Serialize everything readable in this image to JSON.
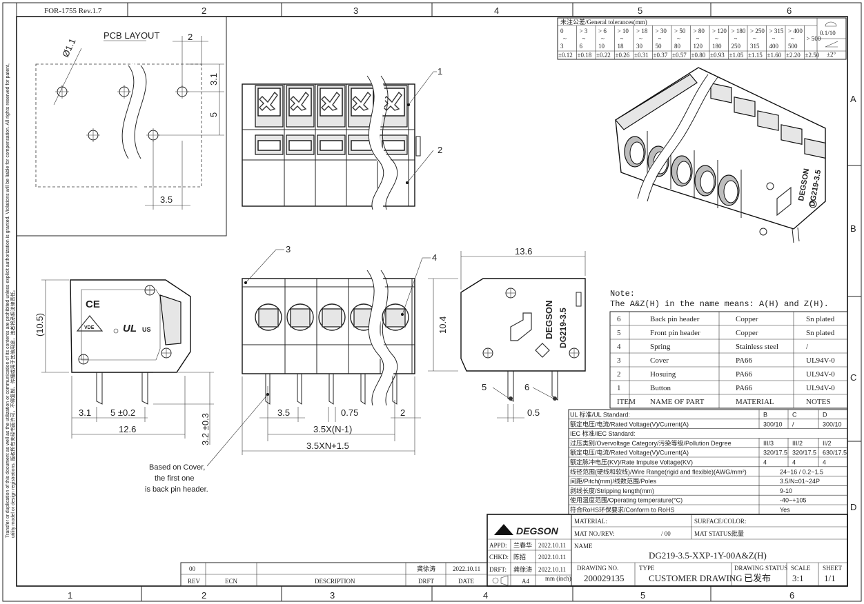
{
  "form_code": "FOR-1755 Rev.1.7",
  "zones_top": [
    "2",
    "3",
    "4",
    "5",
    "6"
  ],
  "zones_bottom": [
    "1",
    "2",
    "3",
    "4",
    "5",
    "6"
  ],
  "zones_right": [
    "A",
    "B",
    "C",
    "D"
  ],
  "side_notice_1": "Transfer or duplication of this document as well as the utilization or communication of its contents are prohibited unless explicit authorization is granted. Violations will be liable for compensation. All rights reserved for patent,",
  "side_notice_2": "utility model or design registrations. 版权所有未经书面许可，不得复制、传播或用于其他用途，违者将承担法律责任。",
  "pcb": {
    "title": "PCB LAYOUT",
    "dim_hole": "Ø1.1",
    "dim_2": "2",
    "dim_31": "3.1",
    "dim_5": "5",
    "dim_35": "3.5"
  },
  "balloons": {
    "b1": "1",
    "b2": "2",
    "b3": "3",
    "b4": "4",
    "b5": "5",
    "b6": "6"
  },
  "side_view": {
    "dim_105": "(10.5)",
    "dim_31": "3.1",
    "dim_5": "5 ±0.2",
    "dim_126": "12.6",
    "dim_32": "3.2 ±0.3",
    "ce": "CE",
    "us": "US",
    "ul_mark": "UL",
    "vde": "VDE"
  },
  "front_view": {
    "dim_35": "3.5",
    "dim_075": "0.75",
    "dim_2": "2",
    "dim_pitch": "3.5X(N-1)",
    "dim_total": "3.5XN+1.5"
  },
  "right_view": {
    "dim_136": "13.6",
    "dim_104": "10.4",
    "dim_05": "0.5",
    "brand": "DEGSON",
    "model": "DG219-3.5"
  },
  "cover_note": [
    "Based on Cover,",
    "the first one",
    "is back pin header."
  ],
  "tolerance": {
    "title": "未注公差/General tolerances(mm)",
    "ranges_low": [
      "0",
      "> 3",
      "> 6",
      "> 10",
      "> 18",
      "> 30",
      "> 50",
      "> 80",
      "> 120",
      "> 180",
      "> 250",
      "> 315",
      "> 400"
    ],
    "ranges_high": [
      "3",
      "6",
      "10",
      "18",
      "30",
      "50",
      "80",
      "120",
      "180",
      "250",
      "315",
      "400",
      "500"
    ],
    "over": "> 500",
    "values": [
      "±0.12",
      "±0.18",
      "±0.22",
      "±0.26",
      "±0.31",
      "±0.37",
      "±0.57",
      "±0.80",
      "±0.93",
      "±1.05",
      "±1.15",
      "±1.60",
      "±2.20",
      "±2.50"
    ],
    "flat": "0.1/10",
    "angle": "±2°"
  },
  "note": {
    "title": "Note:",
    "text": "The A&Z(H) in the name means: A(H) and Z(H)."
  },
  "parts": {
    "rows": [
      {
        "item": "6",
        "name": "Back pin header",
        "material": "Copper",
        "notes": "Sn plated"
      },
      {
        "item": "5",
        "name": "Front pin header",
        "material": "Copper",
        "notes": "Sn plated"
      },
      {
        "item": "4",
        "name": "Spring",
        "material": "Stainless steel",
        "notes": "/"
      },
      {
        "item": "3",
        "name": "Cover",
        "material": "PA66",
        "notes": "UL94V-0"
      },
      {
        "item": "2",
        "name": "Hosuing",
        "material": "PA66",
        "notes": "UL94V-0"
      },
      {
        "item": "1",
        "name": "Button",
        "material": "PA66",
        "notes": "UL94V-0"
      }
    ],
    "header": {
      "item": "ITEM",
      "name": "NAME OF PART",
      "material": "MATERIAL",
      "notes": "NOTES"
    }
  },
  "specs": {
    "ul_title": "UL 标准/UL Standard:",
    "ul_cols": [
      "B",
      "C",
      "D"
    ],
    "ul_rated": "额定电压/电流/Rated Voltage(V)/Current(A)",
    "ul_vals": [
      "300/10",
      "/",
      "300/10"
    ],
    "iec_title": "IEC 标准/IEC Standard:",
    "over_cat": "过压类别/Overvoltage Category/污染等级/Pollution Degree",
    "over_vals": [
      "III/3",
      "III/2",
      "II/2"
    ],
    "iec_rated": "额定电压/电流/Rated Voltage(V)/Current(A)",
    "iec_vals": [
      "320/17.5",
      "320/17.5",
      "630/17.5"
    ],
    "impulse": "额定脉冲电压(KV)/Rate Impulse Voltage(KV)",
    "impulse_vals": [
      "4",
      "4",
      "4"
    ],
    "wire": "线径范围(硬线和软线)/Wire Range(rigid and flexible)(AWG/mm²)",
    "wire_val": "24~16 / 0.2~1.5",
    "pitch": "间距/Pitch(mm)/线数范围/Poles",
    "pitch_val": "3.5/N=01~24P",
    "strip": "剥线长度/Stripping length(mm)",
    "strip_val": "9-10",
    "temp": "使用温度范围/Operating temperature(°C)",
    "temp_val": "-40~+105",
    "rohs": "符合RoHS环保要求/Conform to RoHS",
    "rohs_val": "Yes"
  },
  "title_block": {
    "logo": "DEGSON",
    "material": "MATERIAL:",
    "surface": "SURFACE/COLOR:",
    "mat_no": "MAT NO./REV:",
    "mat_rev": "/ 00",
    "mat_status": "MAT STATUS:",
    "mat_status_val": "批量",
    "name_label": "NAME",
    "name": "DG219-3.5-XXP-1Y-00A&Z(H)",
    "appd": "APPD:",
    "appd_name": "兰春华",
    "appd_date": "2022.10.11",
    "chkd": "CHKD:",
    "chkd_name": "陈招",
    "chkd_date": "2022.10.11",
    "drft": "DRFT:",
    "drft_name": "龚徐涛",
    "drft_date": "2022.10.11",
    "size": "A4",
    "unit": "mm\n(inch)",
    "drawing_no_label": "DRAWING NO.",
    "drawing_no": "200029135",
    "type_label": "TYPE",
    "type": "CUSTOMER DRAWING",
    "status_label": "DRAWING STATUS",
    "status": "已发布",
    "scale_label": "SCALE",
    "scale": "3:1",
    "sheet_label": "SHEET",
    "sheet": "1/1"
  },
  "revision": {
    "rev": "00",
    "drft": "龚徐涛",
    "date": "2022.10.11",
    "h_rev": "REV",
    "h_ecn": "ECN",
    "h_desc": "DESCRIPTION",
    "h_drft": "DRFT",
    "h_date": "DATE"
  }
}
